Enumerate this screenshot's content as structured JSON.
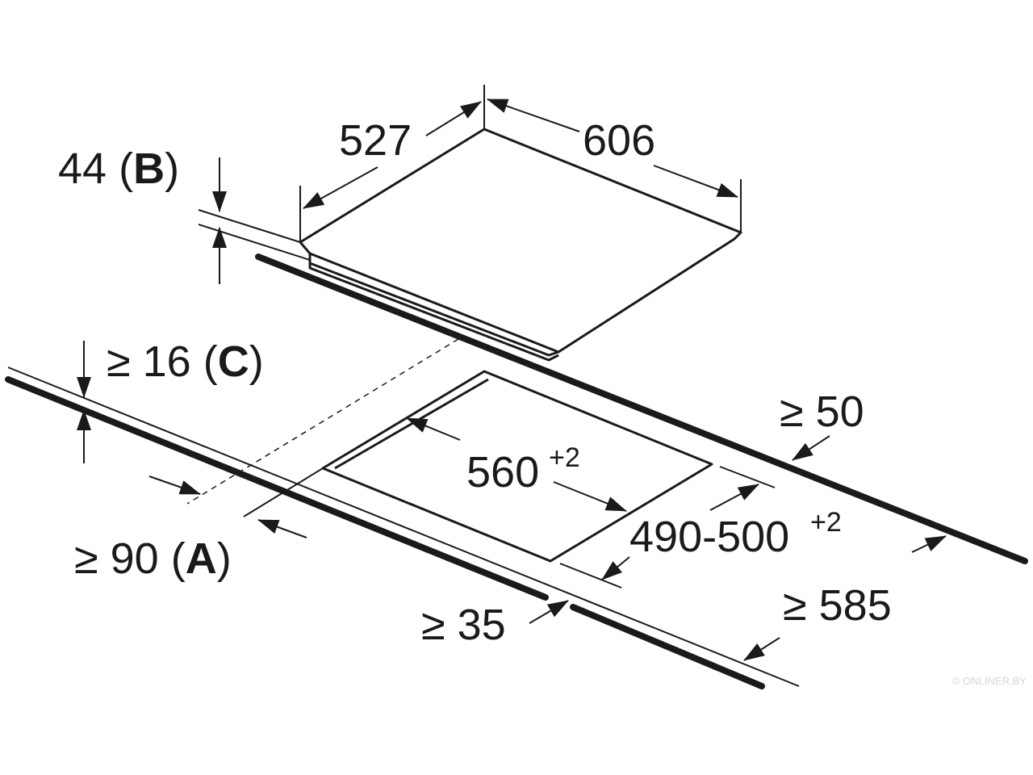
{
  "diagram": {
    "dimensions": {
      "hob_depth": "527",
      "hob_width": "606",
      "hob_height": "44 (",
      "hob_height_ref": "B",
      "cutout_width": "560",
      "cutout_width_tol": "+2",
      "cutout_depth": "490-500",
      "cutout_depth_tol": "+2",
      "worktop_thickness": "≥ 16 (",
      "worktop_thickness_ref": "C",
      "front_clearance": "≥ 90 (",
      "front_clearance_ref": "A",
      "rear_clearance": "≥ 50",
      "edge_clearance": "≥ 35",
      "worktop_depth": "≥ 585",
      "close_paren": ")"
    },
    "watermark": "© ONLINER.BY"
  }
}
